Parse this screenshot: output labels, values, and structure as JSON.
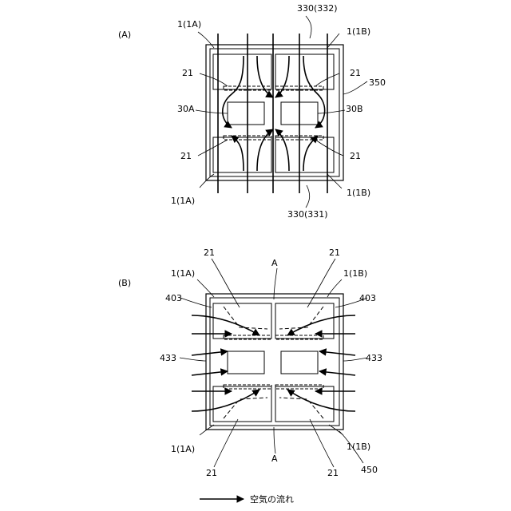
{
  "figure_a": {
    "panel_label": "(A)",
    "labels": {
      "top_left": "1(1A)",
      "top_right": "1(1B)",
      "bottom_left": "1(1A)",
      "bottom_right": "1(1B)",
      "heat_sink_top": "330(332)",
      "heat_sink_bottom": "330(331)",
      "unit_left": "30A",
      "unit_right": "30B",
      "duct": "350",
      "fan_tl": "21",
      "fan_tr": "21",
      "fan_bl": "21",
      "fan_br": "21"
    }
  },
  "figure_b": {
    "panel_label": "(B)",
    "labels": {
      "top_left": "1(1A)",
      "top_right": "1(1B)",
      "bottom_left": "1(1A)",
      "bottom_right": "1(1B)",
      "fan_top_left": "21",
      "fan_top_right": "21",
      "fan_bottom_left": "21",
      "fan_bottom_right": "21",
      "region_top": "A",
      "region_bottom": "A",
      "guide_left": "403",
      "guide_right": "403",
      "inlet_left": "433",
      "inlet_right": "433",
      "housing": "450"
    }
  },
  "legend": {
    "text": "空気の流れ"
  }
}
